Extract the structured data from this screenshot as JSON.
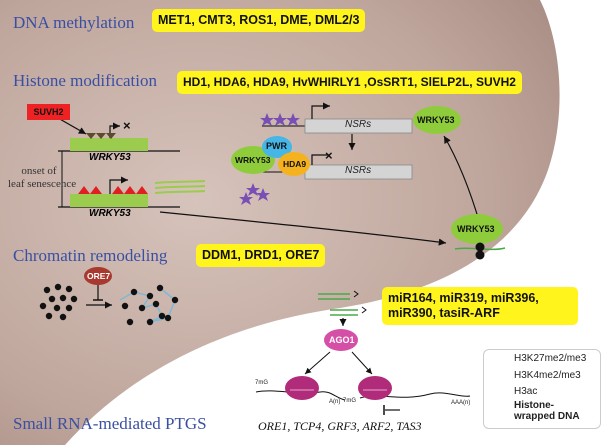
{
  "sections": {
    "dna_methylation": "DNA methylation",
    "histone_modification": "Histone modification",
    "chromatin_remodeling": "Chromatin remodeling",
    "small_rna": "Small RNA-mediated PTGS"
  },
  "boxes": {
    "dna_methylation": "MET1, CMT3, ROS1, DME, DML2/3",
    "histone_modification": "HD1, HDA6, HDA9, HvWHIRLY1 ,OsSRT1, SlELP2L, SUVH2",
    "chromatin_remodeling": "DDM1, DRD1, ORE7",
    "small_rna_line1": "miR164,  miR319,  miR396,",
    "small_rna_line2": "miR390,  tasiR-ARF"
  },
  "labels": {
    "suvh2": "SUVH2",
    "wrky53_gene": "WRKY53",
    "onset_line1": "onset of",
    "onset_line2": "leaf senescence",
    "nsrs": "NSRs",
    "pwr": "PWR",
    "hda9": "HDA9",
    "wrky53_protein": "WRKY53",
    "ore7": "ORE7",
    "ago1": "AGO1",
    "cap_left": "7mG",
    "cap_right": "7mG",
    "polya_left": "A(n)",
    "polya_right": "AAA(n)",
    "targets": "ORE1, TCP4, GRF3, ARF2, TAS3"
  },
  "legend": {
    "h3k27": "H3K27me2/me3",
    "h3k4": "H3K4me2/me3",
    "h3ac": "H3ac",
    "histone_line1": "Histone-",
    "histone_line2": "wrapped DNA"
  },
  "colors": {
    "section_text": "#3a4fa3",
    "highlight_box": "#fff41c",
    "nucleus": "#bca39a",
    "gene_green": "#9bcc4e",
    "wrky_oval": "#8fcc3c",
    "pwr_oval": "#45b6e6",
    "hda9_oval": "#f5b21f",
    "suvh2_box": "#ee2222",
    "ore7_oval": "#a8392f",
    "ago1_oval": "#d64fa6",
    "ribosome": "#b02c7a",
    "h3k27_marker": "#5b4b2a",
    "h3k4_marker": "#e02020",
    "h3ac_marker": "#7a4fb3"
  }
}
